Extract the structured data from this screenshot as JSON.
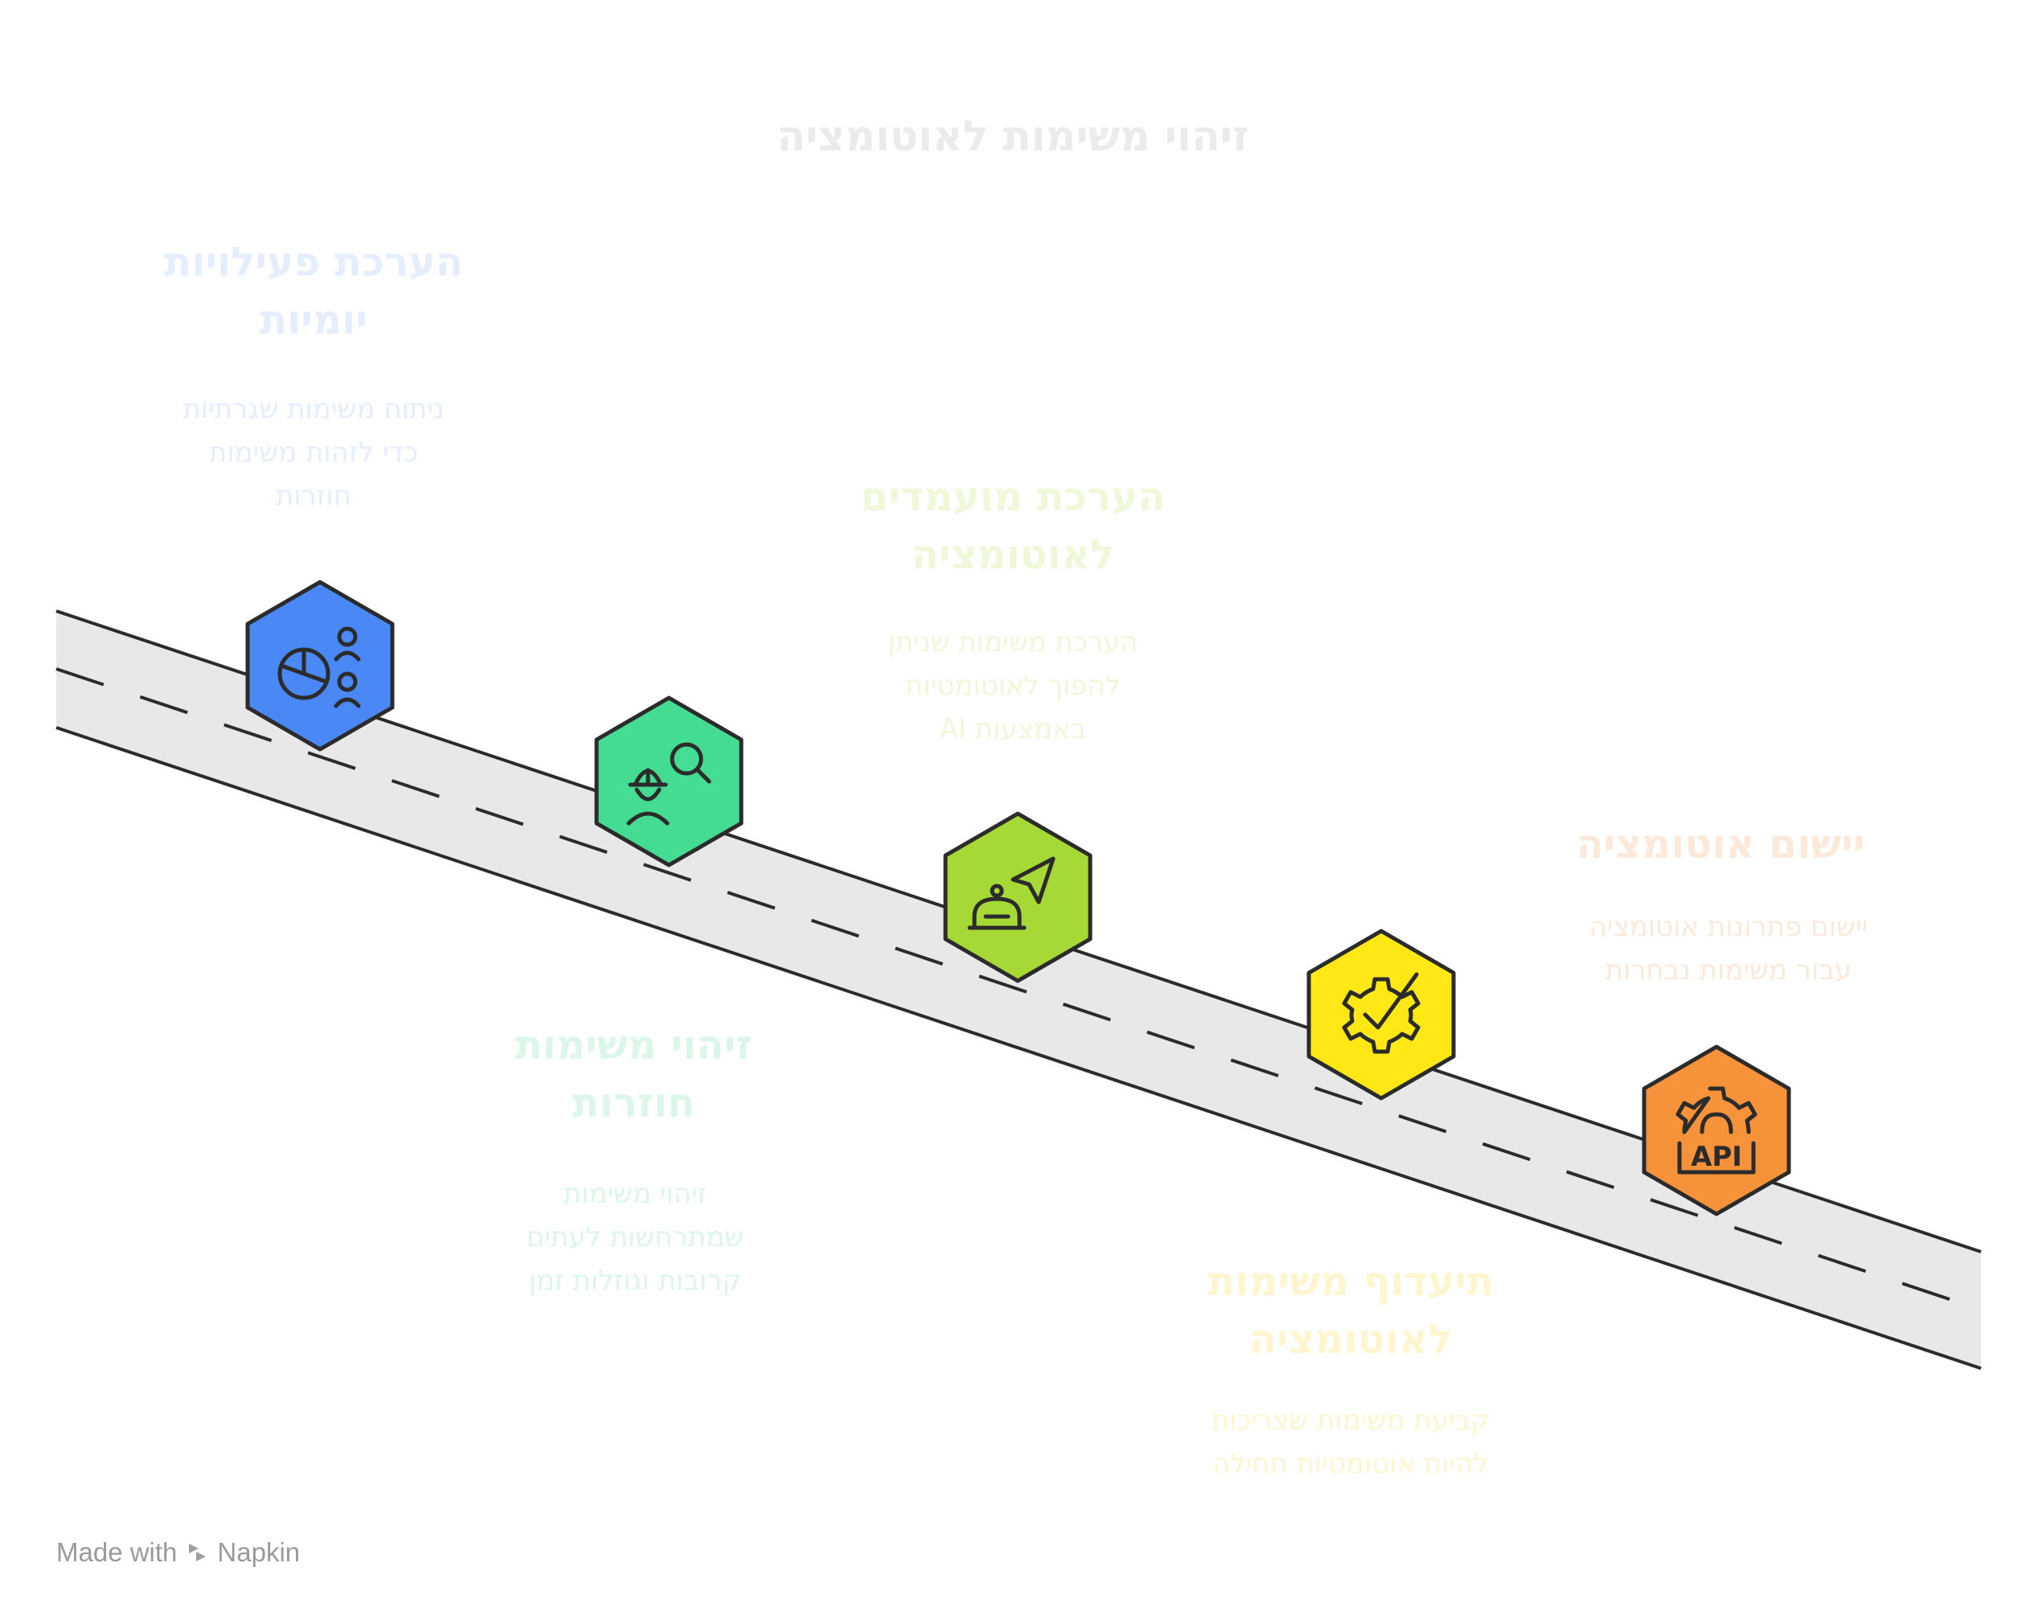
{
  "title": "זיהוי משימות לאוטומציה",
  "steps": [
    {
      "title_line1": "הערכת פעילויות",
      "title_line2": "יומיות",
      "desc_line1": "ניתוח משימות שגרתיות",
      "desc_line2": "כדי לזהות משימות",
      "desc_line3": "חוזרות",
      "color": "#4a88f6",
      "icon": "pie-chart-people-icon"
    },
    {
      "title_line1": "זיהוי משימות",
      "title_line2": "חוזרות",
      "desc_line1": "זיהוי משימות",
      "desc_line2": "שמתרחשות לעתים",
      "desc_line3": "קרובות וגוזלות זמן",
      "color": "#44db92",
      "icon": "worker-search-icon"
    },
    {
      "title_line1": "הערכת מועמדים",
      "title_line2": "לאוטומציה",
      "desc_line1": "הערכת משימות שניתן",
      "desc_line2": "להפוך לאוטומטיות",
      "desc_line3": "באמצעות AI",
      "color": "#a6d935",
      "icon": "robot-navigation-icon"
    },
    {
      "title_line1": "תיעדוף משימות",
      "title_line2": "לאוטומציה",
      "desc_line1": "קביעת משימות שצריכות",
      "desc_line2": "להיות אוטומטיות תחילה",
      "desc_line3": "",
      "color": "#ffe815",
      "icon": "gear-check-icon"
    },
    {
      "title_line1": "יישום אוטומציה",
      "title_line2": "",
      "desc_line1": "יישום פתרונות אוטומציה",
      "desc_line2": "עבור משימות נבחרות",
      "desc_line3": "",
      "color": "#f5923a",
      "icon": "gear-api-icon",
      "icon_label": "API"
    }
  ],
  "footer": {
    "made_with": "Made with",
    "brand": "Napkin",
    "icon": "napkin-logo-icon"
  }
}
